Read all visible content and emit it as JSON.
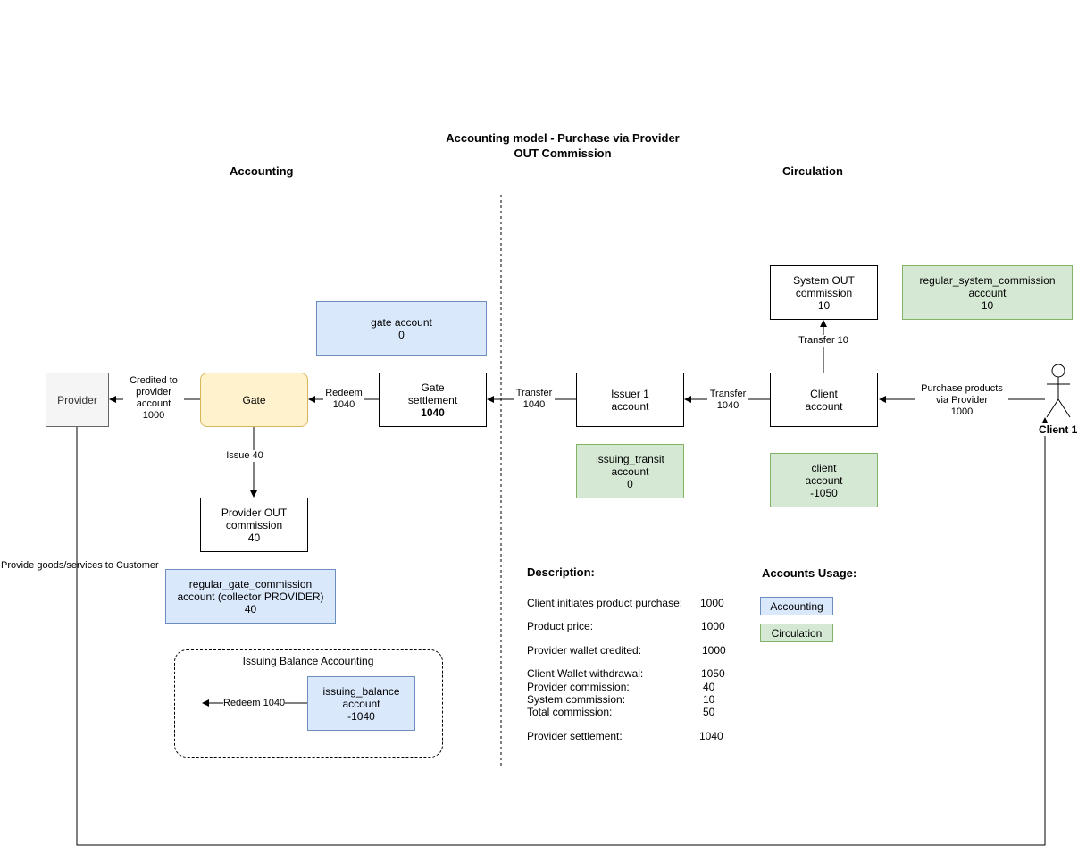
{
  "title": {
    "line1": "Accounting model - Purchase via Provider",
    "line2": "OUT Commission"
  },
  "sections": {
    "accounting": "Accounting",
    "circulation": "Circulation"
  },
  "nodes": {
    "provider": "Provider",
    "gate": "Gate",
    "gate_settlement": {
      "line1": "Gate",
      "line2": "settlement",
      "value": "1040"
    },
    "provider_out_commission": {
      "line1": "Provider OUT",
      "line2": "commission",
      "value": "40"
    },
    "issuer": {
      "line1": "Issuer 1",
      "line2": "account"
    },
    "client_account": {
      "line1": "Client",
      "line2": "account"
    },
    "system_out_commission": {
      "line1": "System OUT",
      "line2": "commission",
      "value": "10"
    },
    "client_actor": "Client 1"
  },
  "ledger": {
    "gate_account": {
      "line1": "gate account",
      "value": "0"
    },
    "regular_gate_commission": {
      "line1": "regular_gate_commission",
      "line2": "account (collector PROVIDER)",
      "value": "40"
    },
    "issuing_balance": {
      "line1": "issuing_balance",
      "line2": "account",
      "value": "-1040"
    },
    "issuing_transit": {
      "line1": "issuing_transit",
      "line2": "account",
      "value": "0"
    },
    "client_ledger": {
      "line1": "client",
      "line2": "account",
      "value": "-1050"
    },
    "regular_system_commission": {
      "line1": "regular_system_commission",
      "line2": "account",
      "value": "10"
    }
  },
  "edges": {
    "credited": {
      "line1": "Credited to",
      "line2": "provider",
      "line3": "account",
      "line4": "1000"
    },
    "redeem_gate": {
      "line1": "Redeem",
      "line2": "1040"
    },
    "issue": "Issue 40",
    "transfer_issuer_gate": {
      "line1": "Transfer",
      "line2": "1040"
    },
    "transfer_client_issuer": {
      "line1": "Transfer",
      "line2": "1040"
    },
    "transfer_system": "Transfer 10",
    "purchase": {
      "line1": "Purchase products",
      "line2": "via Provider",
      "line3": "1000"
    },
    "provide_goods": "Provide goods/services to Customer",
    "redeem_balance": "Redeem 1040"
  },
  "group": {
    "label": "Issuing Balance Accounting"
  },
  "description": {
    "heading": "Description:",
    "rows": [
      {
        "label": "Client initiates product purchase:",
        "value": "1000"
      },
      {
        "label": "Product price:",
        "value": "1000"
      },
      {
        "label": "Provider wallet credited:",
        "value": "1000"
      },
      {
        "label": "Client Wallet withdrawal:",
        "value": "1050"
      },
      {
        "label": "Provider commission:",
        "value": "40"
      },
      {
        "label": "System commission:",
        "value": "10"
      },
      {
        "label": "Total commission:",
        "value": "50"
      },
      {
        "label": "Provider settlement:",
        "value": "1040"
      }
    ]
  },
  "accounts_usage": {
    "heading": "Accounts Usage:",
    "accounting": "Accounting",
    "circulation": "Circulation"
  },
  "colors": {
    "blue_fill": "#dae8fc",
    "blue_stroke": "#6c8ebf",
    "green_fill": "#d5e8d4",
    "green_stroke": "#82b366",
    "yellow_fill": "#fff2cc",
    "yellow_stroke": "#d6b656",
    "grey_fill": "#f5f5f5",
    "grey_stroke": "#666666"
  }
}
